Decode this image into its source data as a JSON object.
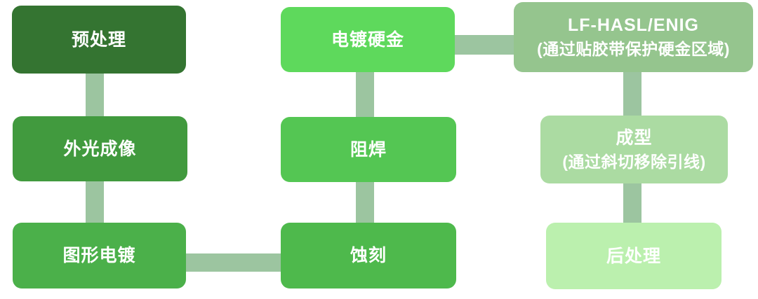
{
  "diagram": {
    "type": "flowchart",
    "background_color": "#ffffff",
    "connector_color": "#9cc5a0",
    "text_color": "#ffffff",
    "nodes": {
      "pretreatment": {
        "label": "预处理",
        "color": "#347431"
      },
      "outer_imaging": {
        "label": "外光成像",
        "color": "#419a3e"
      },
      "pattern_plating": {
        "label": "图形电镀",
        "color": "#4bb04a"
      },
      "etching": {
        "label": "蚀刻",
        "color": "#4eb94c"
      },
      "solder_mask": {
        "label": "阻焊",
        "color": "#54c653"
      },
      "hard_gold_plating": {
        "label": "电镀硬金",
        "color": "#5ed95c"
      },
      "surface_finish": {
        "label": "LF-HASL/ENIG",
        "sublabel": "(通过贴胶带保护硬金区域)",
        "color": "#95c58e"
      },
      "forming": {
        "label": "成型",
        "sublabel": "(通过斜切移除引线)",
        "color": "#abdba2"
      },
      "post_processing": {
        "label": "后处理",
        "color": "#bbf0ae"
      }
    },
    "edges": [
      {
        "from": "预处理",
        "to": "外光成像"
      },
      {
        "from": "外光成像",
        "to": "图形电镀"
      },
      {
        "from": "图形电镀",
        "to": "蚀刻"
      },
      {
        "from": "蚀刻",
        "to": "阻焊"
      },
      {
        "from": "阻焊",
        "to": "电镀硬金"
      },
      {
        "from": "电镀硬金",
        "to": "LF-HASL/ENIG"
      },
      {
        "from": "LF-HASL/ENIG",
        "to": "成型"
      },
      {
        "from": "成型",
        "to": "后处理"
      }
    ]
  }
}
